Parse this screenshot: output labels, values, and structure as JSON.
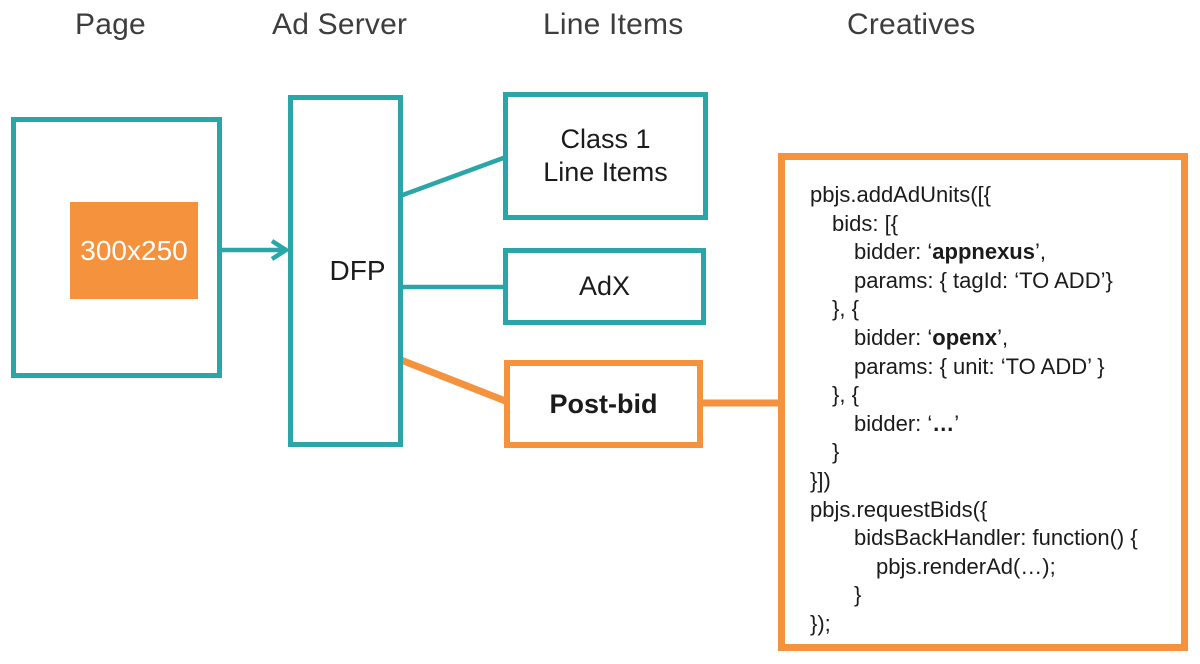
{
  "title": "Post-bid ad serving flow diagram",
  "columns": [
    {
      "id": "page",
      "label": "Page"
    },
    {
      "id": "ad-server",
      "label": "Ad Server"
    },
    {
      "id": "line-items",
      "label": "Line Items"
    },
    {
      "id": "creatives",
      "label": "Creatives"
    }
  ],
  "page": {
    "ad_slot_label": "300x250"
  },
  "ad_server": {
    "label": "DFP"
  },
  "line_items": {
    "class1": {
      "line1": "Class 1",
      "line2": "Line Items"
    },
    "adx": {
      "label": "AdX"
    },
    "postbid": {
      "label": "Post-bid"
    }
  },
  "creatives": {
    "code_lines": [
      {
        "indent": 0,
        "parts": [
          {
            "t": "pbjs.addAdUnits([{"
          }
        ]
      },
      {
        "indent": 1,
        "parts": [
          {
            "t": "bids: [{"
          }
        ]
      },
      {
        "indent": 2,
        "parts": [
          {
            "t": "bidder: ‘"
          },
          {
            "t": "appnexus",
            "b": true
          },
          {
            "t": "’,"
          }
        ]
      },
      {
        "indent": 2,
        "parts": [
          {
            "t": "params: { tagId: ‘TO ADD’}"
          }
        ]
      },
      {
        "indent": 1,
        "parts": [
          {
            "t": "}, {"
          }
        ]
      },
      {
        "indent": 2,
        "parts": [
          {
            "t": "bidder: ‘"
          },
          {
            "t": "openx",
            "b": true
          },
          {
            "t": "’,"
          }
        ]
      },
      {
        "indent": 2,
        "parts": [
          {
            "t": "params: { unit: ‘TO ADD’ }"
          }
        ]
      },
      {
        "indent": 1,
        "parts": [
          {
            "t": "}, {"
          }
        ]
      },
      {
        "indent": 2,
        "parts": [
          {
            "t": "bidder: ‘"
          },
          {
            "t": "…",
            "b": true
          },
          {
            "t": "’"
          }
        ]
      },
      {
        "indent": 1,
        "parts": [
          {
            "t": "}"
          }
        ]
      },
      {
        "indent": 0,
        "parts": [
          {
            "t": "}])"
          }
        ]
      },
      {
        "indent": 0,
        "parts": [
          {
            "t": "pbjs.requestBids({"
          }
        ]
      },
      {
        "indent": 2,
        "parts": [
          {
            "t": "bidsBackHandler: function() {"
          }
        ]
      },
      {
        "indent": 3,
        "parts": [
          {
            "t": "pbjs.renderAd(…);"
          }
        ]
      },
      {
        "indent": 2,
        "parts": [
          {
            "t": "}"
          }
        ]
      },
      {
        "indent": 0,
        "parts": [
          {
            "t": "});"
          }
        ]
      }
    ]
  },
  "colors": {
    "teal": "#2AA5A8",
    "orange": "#F5923E",
    "text_dark": "#3D3D3D",
    "text_black": "#1B1B1B"
  }
}
